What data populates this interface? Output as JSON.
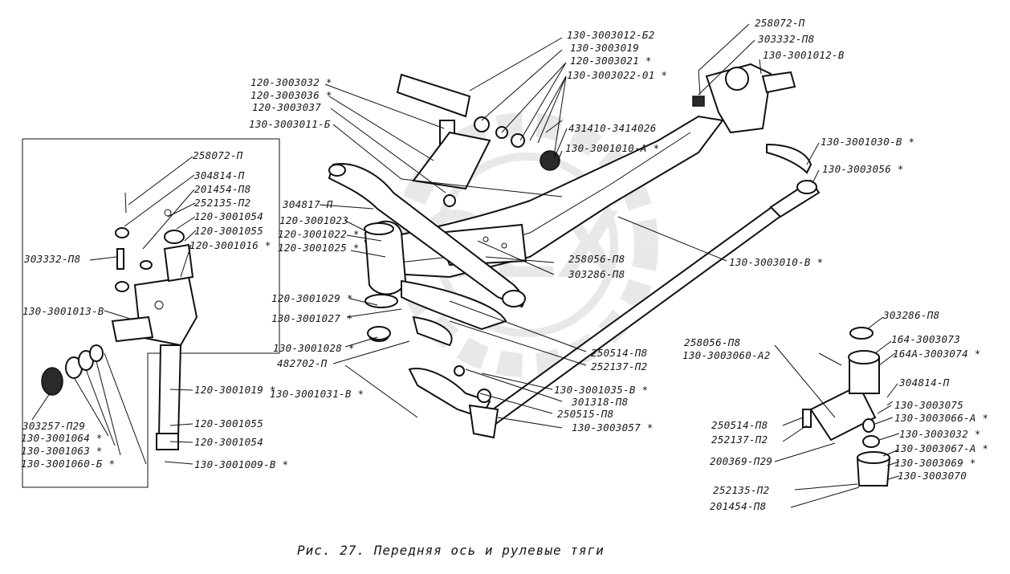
{
  "caption": "Рис. 27. Передняя ось и рулевые тяги",
  "labels": [
    "130-3003012-Б2",
    "130-3003019",
    "120-3003021 *",
    "130-3003022-01 *",
    "258072-П",
    "303332-П8",
    "130-3001012-В",
    "120-3003032 *",
    "120-3003036 *",
    "120-3003037",
    "130-3003011-Б",
    "431410-3414026",
    "130-3001010-А *",
    "130-3001030-В *",
    "130-3003056 *",
    "258072-П",
    "304814-П",
    "201454-П8",
    "252135-П2",
    "120-3001054",
    "120-3001055",
    "120-3001016 *",
    "304817-П",
    "120-3001023",
    "120-3001022 *",
    "120-3001025 *",
    "303332-П8",
    "258056-П8",
    "303286-П8",
    "130-3003010-В *",
    "120-3001029 *",
    "130-3001027 *",
    "130-3001013-В",
    "130-3001028 *",
    "482702-П",
    "130-3001031-В *",
    "250514-П8",
    "252137-П2",
    "130-3001035-В *",
    "301318-П8",
    "250515-П8",
    "130-3003057 *",
    "120-3001019 *",
    "120-3001055",
    "120-3001054",
    "130-3001009-В *",
    "303257-П29",
    "130-3001064 *",
    "130-3001063 *",
    "130-3001060-Б *",
    "303286-П8",
    "164-3003073",
    "258056-П8",
    "164А-3003074 *",
    "130-3003060-А2",
    "304814-П",
    "130-3003075",
    "130-3003066-А *",
    "250514-П8",
    "252137-П2",
    "130-3003032 *",
    "130-3003067-А *",
    "200369-П29",
    "130-3003069 *",
    "130-3003070",
    "252135-П2",
    "201454-П8"
  ],
  "watermark": "ОЕХ"
}
